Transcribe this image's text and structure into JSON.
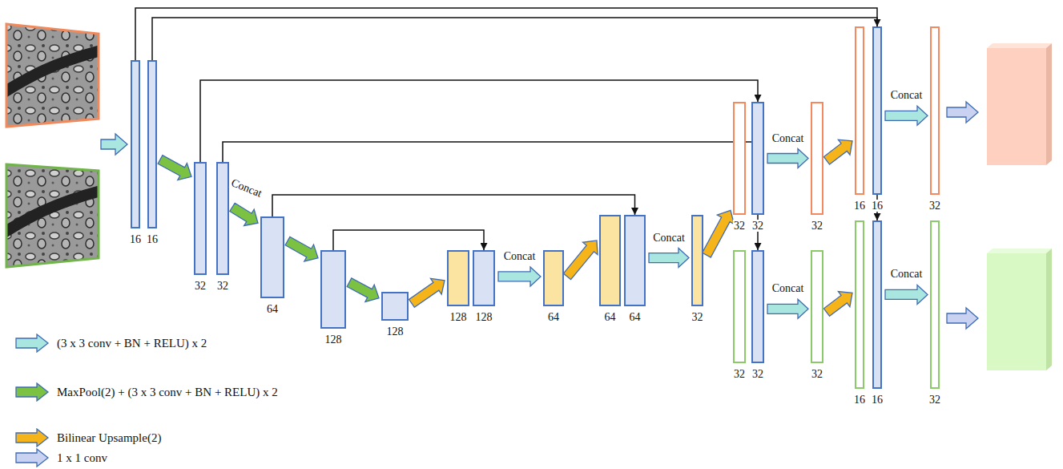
{
  "diagram": {
    "nodes": [
      {
        "text": [
          "16"
        ]
      },
      {
        "text": [
          "16"
        ]
      },
      {
        "text": [
          "32"
        ]
      },
      {
        "text": [
          "32"
        ]
      },
      {
        "text": [
          "64"
        ]
      },
      {
        "text": [
          "128"
        ]
      },
      {
        "text": [
          "128"
        ]
      },
      {
        "text": [
          "128"
        ]
      },
      {
        "text": [
          "128"
        ]
      },
      {
        "text": [
          "64"
        ]
      },
      {
        "text": [
          "64"
        ]
      },
      {
        "text": [
          "64"
        ]
      },
      {
        "text": [
          "32"
        ]
      },
      {
        "text": [
          "32"
        ]
      },
      {
        "text": [
          "32"
        ]
      },
      {
        "text": [
          "32"
        ]
      },
      {
        "text": [
          "16"
        ]
      },
      {
        "text": [
          "16"
        ]
      },
      {
        "text": [
          "32"
        ]
      },
      {
        "text": [
          "32"
        ]
      },
      {
        "text": [
          "32"
        ]
      },
      {
        "text": [
          "32"
        ]
      },
      {
        "text": [
          "16"
        ]
      },
      {
        "text": [
          "16"
        ]
      },
      {
        "text": [
          "32"
        ]
      }
    ],
    "edges": [
      {
        "from": 1,
        "to": 2,
        "arrow": "to"
      },
      {
        "from": 3,
        "to": 4,
        "arrow": "to",
        "label": "Concat"
      },
      {
        "from": 4,
        "to": 5,
        "arrow": "to"
      },
      {
        "from": 5,
        "to": 6,
        "arrow": "to"
      },
      {
        "from": 6,
        "to": 7,
        "arrow": "to"
      },
      {
        "from": 8,
        "to": 9,
        "arrow": "to",
        "label": "Concat"
      },
      {
        "from": 9,
        "to": 10,
        "arrow": "to"
      },
      {
        "from": 11,
        "to": 12,
        "arrow": "to",
        "label": "Concat"
      },
      {
        "from": 12,
        "to": 13,
        "arrow": "to"
      },
      {
        "from": 14,
        "to": 15,
        "arrow": "to",
        "label": "Concat"
      },
      {
        "from": 15,
        "to": 16,
        "arrow": "to"
      },
      {
        "from": 17,
        "to": 18,
        "arrow": "to",
        "label": "Concat"
      },
      {
        "from": 20,
        "to": 21,
        "arrow": "to",
        "label": "Concat"
      },
      {
        "from": 21,
        "to": 22,
        "arrow": "to"
      },
      {
        "from": 23,
        "to": 24,
        "arrow": "to",
        "label": "Concat"
      },
      {
        "from": 0,
        "to": 17,
        "arrow": "to"
      },
      {
        "from": 1,
        "to": 23,
        "arrow": "to"
      },
      {
        "from": 2,
        "to": 14,
        "arrow": "to"
      },
      {
        "from": 3,
        "to": 20,
        "arrow": "to"
      },
      {
        "from": 4,
        "to": 11,
        "arrow": "to"
      },
      {
        "from": 5,
        "to": 8,
        "arrow": "to"
      }
    ],
    "legend": [
      {
        "text": "(3 x 3 conv + BN + RELU) x 2",
        "color": "#a9e6df"
      },
      {
        "text": "MaxPool(2) + (3 x 3 conv + BN + RELU) x 2",
        "color": "#7cc242"
      },
      {
        "text": "Bilinear Upsample(2)",
        "color": "#f4b41a"
      },
      {
        "text": "1 x 1 conv",
        "color": "#c9d2f0"
      }
    ]
  }
}
